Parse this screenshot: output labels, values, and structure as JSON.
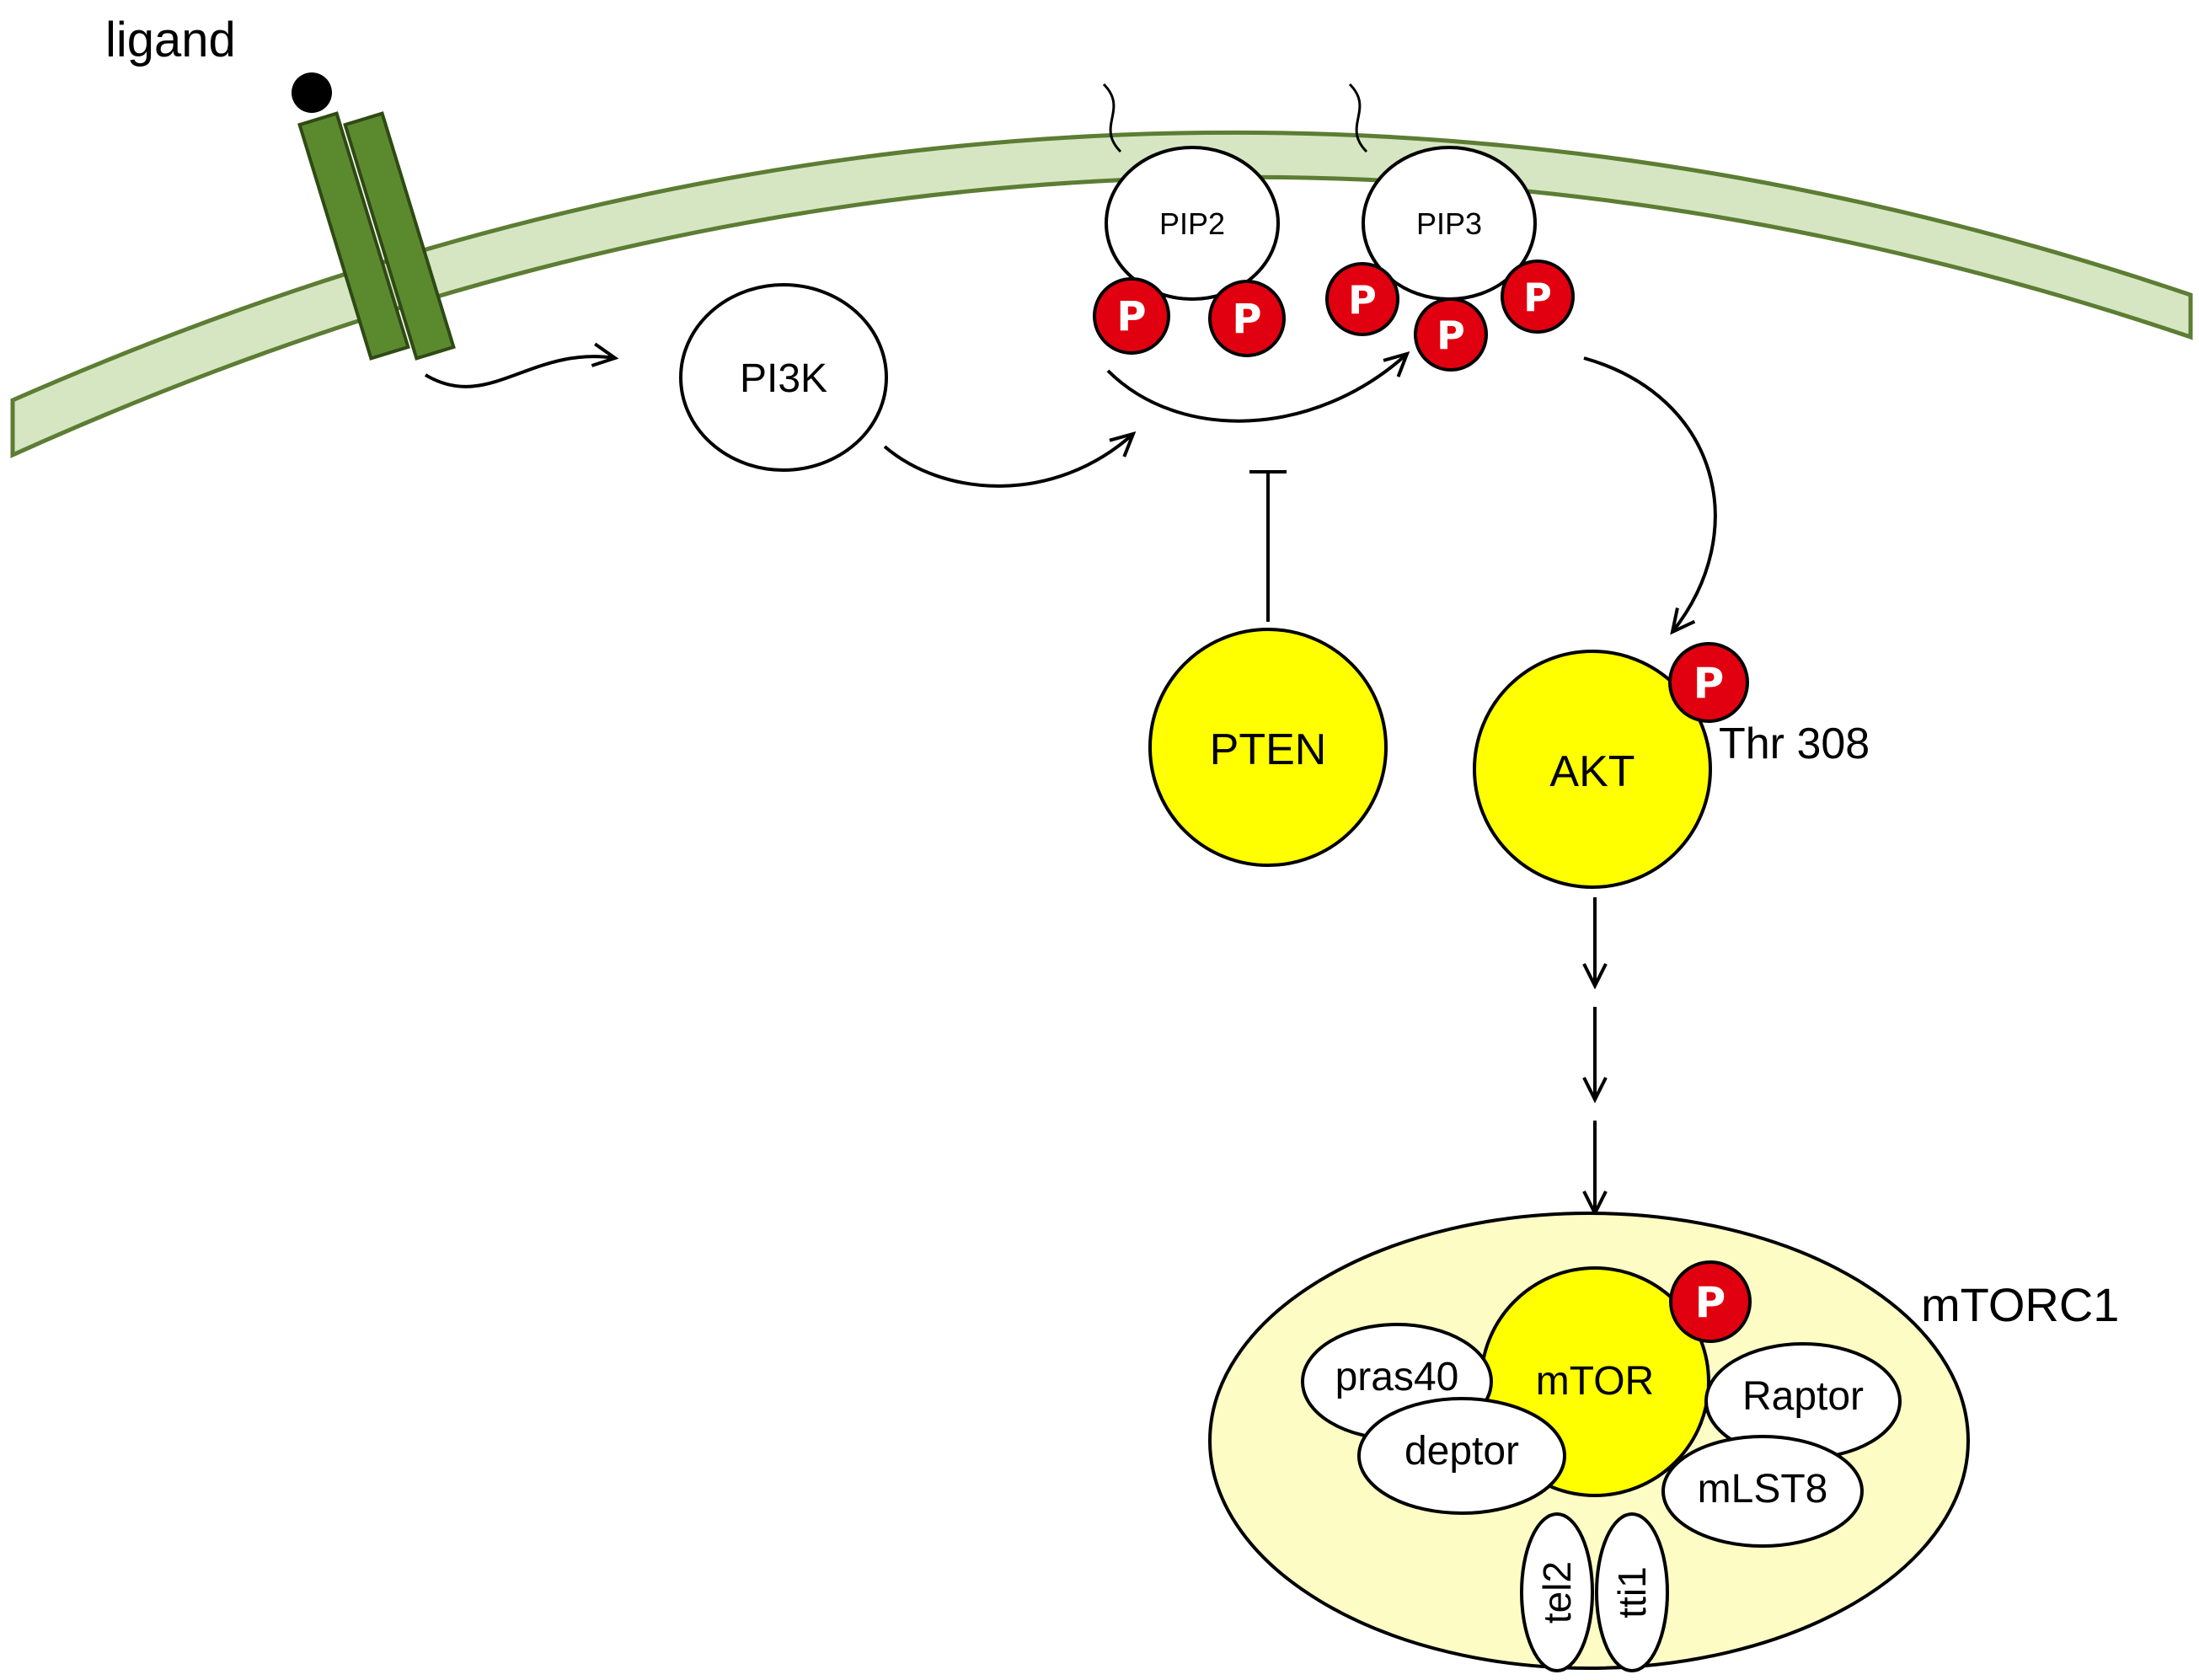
{
  "labels": {
    "ligand": "ligand",
    "pi3k": "PI3K",
    "pip2": "PIP2",
    "pip3": "PIP3",
    "phospho": "P",
    "pten": "PTEN",
    "akt": "AKT",
    "thr308": "Thr 308",
    "mtorc1": "mTORC1",
    "mtor": "mTOR",
    "pras40": "pras40",
    "deptor": "deptor",
    "raptor": "Raptor",
    "mlst8": "mLST8",
    "tel2": "tel2",
    "tti1": "tti1"
  },
  "colors": {
    "membrane_fill": "#d6e6c3",
    "membrane_stroke": "#5c7d33",
    "receptor": "#5b8a2e",
    "phospho_fill": "#e0000f",
    "protein_yellow": "#ffff00",
    "complex_fill": "#fcfcc4"
  }
}
